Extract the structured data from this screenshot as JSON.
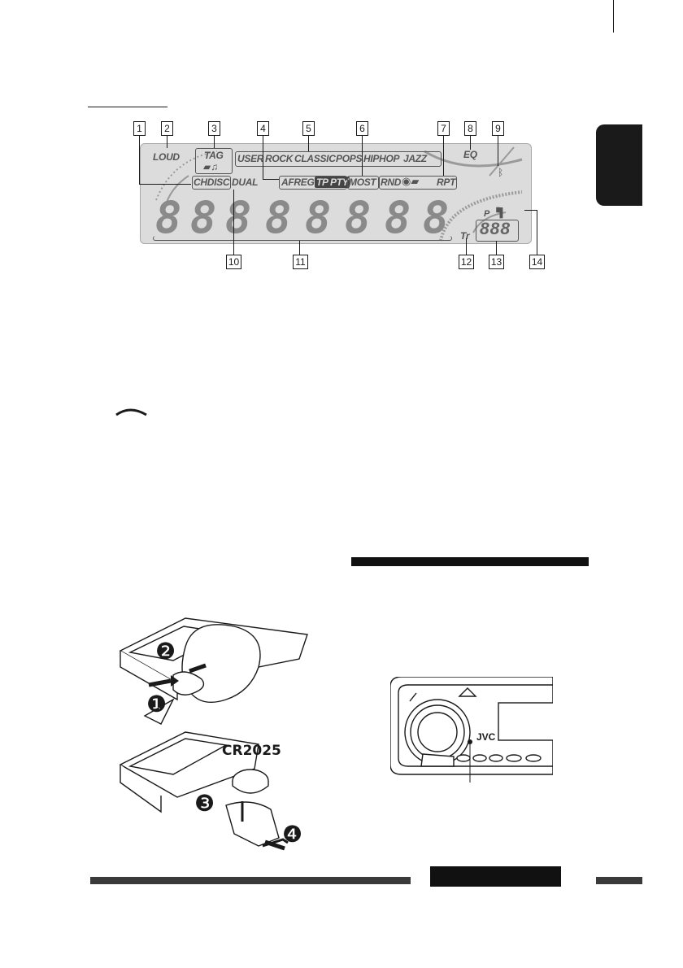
{
  "display": {
    "labels": {
      "loud": "LOUD",
      "tag": "TAG",
      "eq_presets": [
        "USER",
        "ROCK",
        "CLASSIC",
        "POPS",
        "HIPHOP",
        "JAZZ"
      ],
      "eq": "EQ",
      "chdisc": "CHDISC",
      "dual": "DUAL",
      "afreg": "AFREG",
      "tp": "TP",
      "pty": "PTY",
      "most": "MOST",
      "rnd": "RND",
      "rpt": "RPT",
      "tr": "Tr",
      "p": "P",
      "main_segments": "88888888",
      "sub_segments": "888"
    },
    "callouts_top": [
      "1",
      "2",
      "3",
      "4",
      "5",
      "6",
      "7",
      "8",
      "9"
    ],
    "callouts_bottom": [
      "10",
      "11",
      "12",
      "13",
      "14"
    ]
  },
  "battery": {
    "type_label": "CR2025",
    "steps": [
      "❷",
      "❶",
      "❸",
      "❹"
    ]
  },
  "unit": {
    "brand": "JVC"
  },
  "colors": {
    "ink": "#1a1a1a",
    "lcd": "#dcdcdc"
  }
}
